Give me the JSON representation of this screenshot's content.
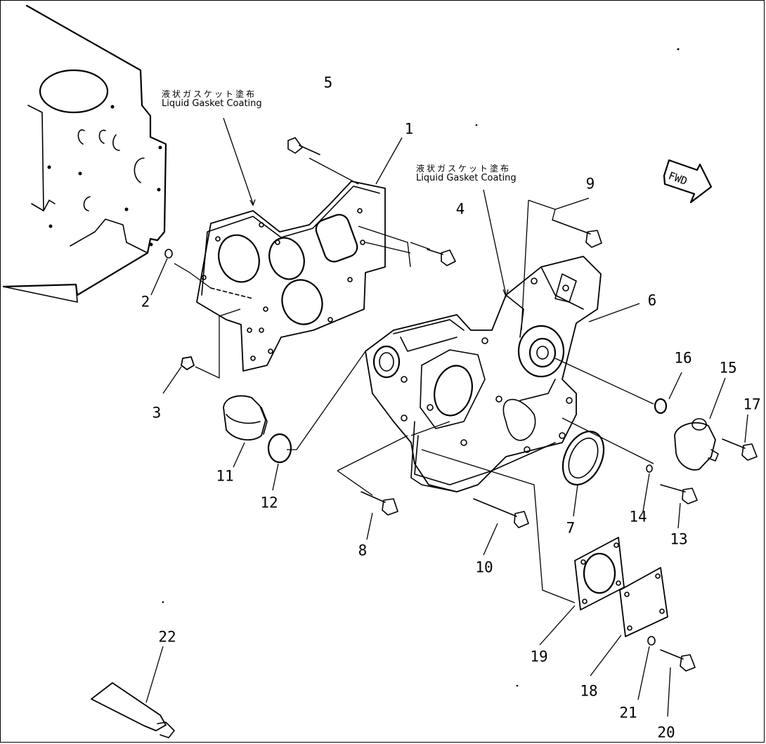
{
  "annotations": {
    "gasket_note_left": {
      "jp": "液状ガスケット塗布",
      "en": "Liquid Gasket Coating"
    },
    "gasket_note_right": {
      "jp": "液状ガスケット塗布",
      "en": "Liquid Gasket Coating"
    },
    "fwd_arrow": "FWD"
  },
  "part_numbers": [
    {
      "id": "1",
      "label": "1"
    },
    {
      "id": "2",
      "label": "2"
    },
    {
      "id": "3",
      "label": "3"
    },
    {
      "id": "4",
      "label": "4"
    },
    {
      "id": "5",
      "label": "5"
    },
    {
      "id": "6",
      "label": "6"
    },
    {
      "id": "7",
      "label": "7"
    },
    {
      "id": "8",
      "label": "8"
    },
    {
      "id": "9",
      "label": "9"
    },
    {
      "id": "10",
      "label": "10"
    },
    {
      "id": "11",
      "label": "11"
    },
    {
      "id": "12",
      "label": "12"
    },
    {
      "id": "13",
      "label": "13"
    },
    {
      "id": "14",
      "label": "14"
    },
    {
      "id": "15",
      "label": "15"
    },
    {
      "id": "16",
      "label": "16"
    },
    {
      "id": "17",
      "label": "17"
    },
    {
      "id": "18",
      "label": "18"
    },
    {
      "id": "19",
      "label": "19"
    },
    {
      "id": "20",
      "label": "20"
    },
    {
      "id": "21",
      "label": "21"
    },
    {
      "id": "22",
      "label": "22"
    }
  ]
}
